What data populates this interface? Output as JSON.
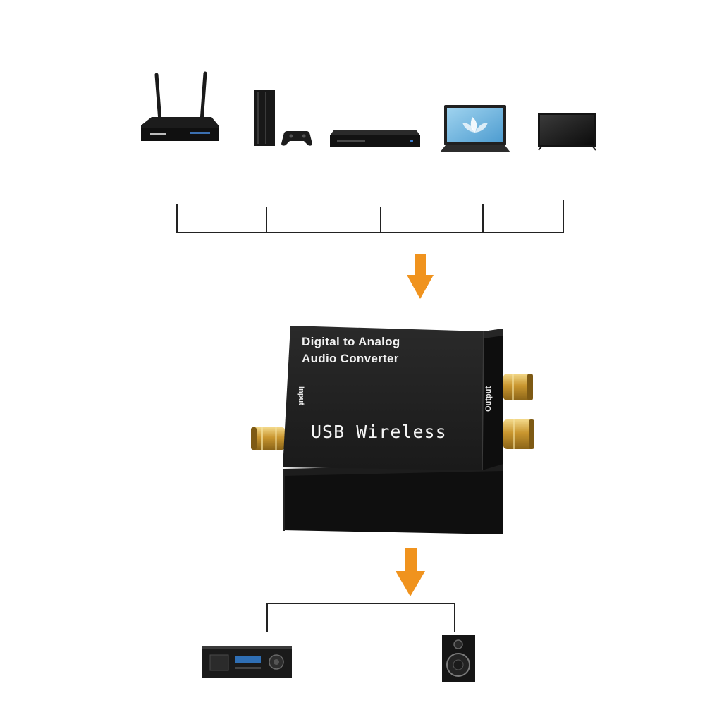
{
  "converter": {
    "title_line1": "Digital to Analog",
    "title_line2": "Audio Converter",
    "main_label": "USB Wireless",
    "input_label": "Input",
    "output_label": "Output"
  },
  "source_devices": [
    "router-icon",
    "game-console-icon",
    "media-player-icon",
    "laptop-icon",
    "tv-icon"
  ],
  "output_devices": [
    "amplifier-receiver-icon",
    "speaker-icon"
  ],
  "colors": {
    "arrow": "#f0931e",
    "device_body": "#141414",
    "connector_gold": "#d4a640",
    "line": "#222222"
  }
}
